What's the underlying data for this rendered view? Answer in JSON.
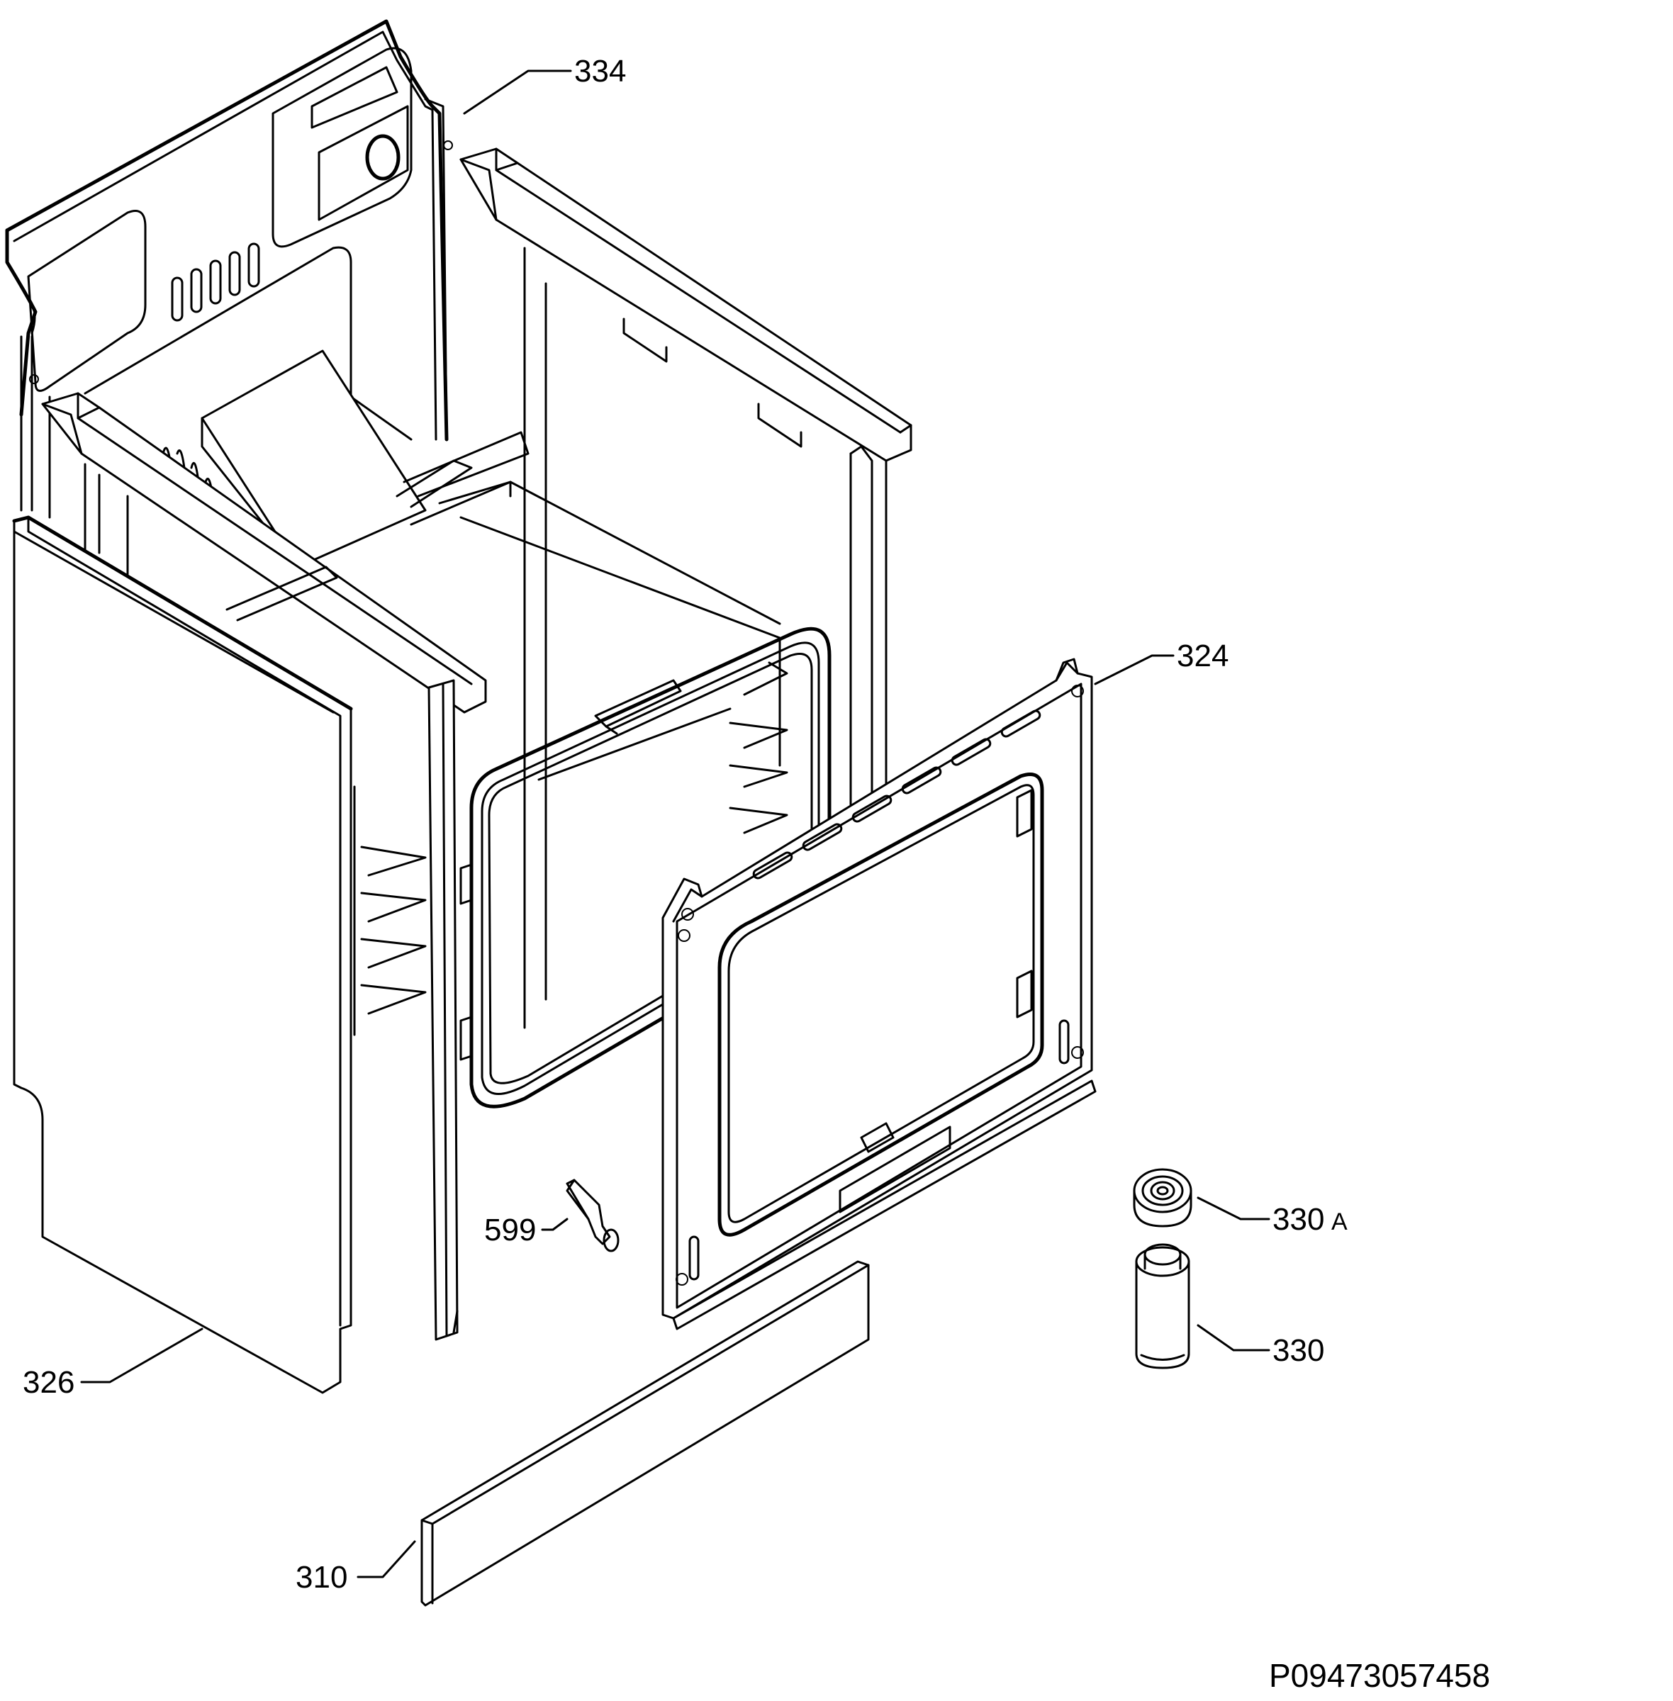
{
  "labels": {
    "back_panel": "334",
    "oven_frame": "324",
    "side_panel": "326",
    "clip": "599",
    "foot_a_num": "330",
    "foot_a_suffix": "A",
    "foot": "330",
    "plinth": "310"
  },
  "drawing_code": "P09473057458"
}
